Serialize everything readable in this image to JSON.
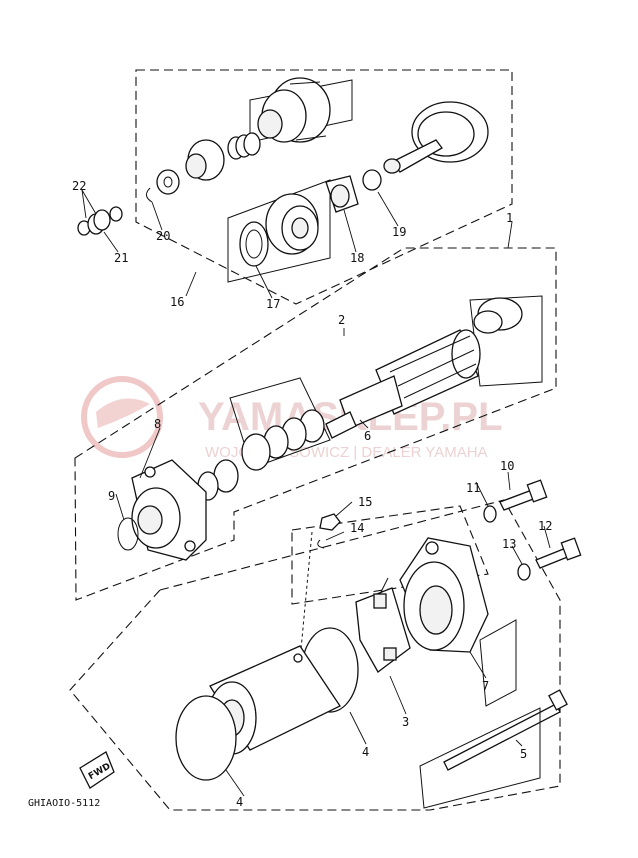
{
  "diagram_code": "GHIAOIO-5112",
  "direction_marker": "FWD",
  "watermark": {
    "brand": "YAMASKLEP.PL",
    "tagline": "WOJCIECH SOWICZ | DEALER YAMAHA"
  },
  "callouts": [
    {
      "id": "c1",
      "label": "1"
    },
    {
      "id": "c2",
      "label": "2"
    },
    {
      "id": "c3",
      "label": "3"
    },
    {
      "id": "c4a",
      "label": "4"
    },
    {
      "id": "c4b",
      "label": "4"
    },
    {
      "id": "c5",
      "label": "5"
    },
    {
      "id": "c6",
      "label": "6"
    },
    {
      "id": "c7",
      "label": "7"
    },
    {
      "id": "c8",
      "label": "8"
    },
    {
      "id": "c9",
      "label": "9"
    },
    {
      "id": "c10",
      "label": "10"
    },
    {
      "id": "c11",
      "label": "11"
    },
    {
      "id": "c12",
      "label": "12"
    },
    {
      "id": "c13",
      "label": "13"
    },
    {
      "id": "c14",
      "label": "14"
    },
    {
      "id": "c15",
      "label": "15"
    },
    {
      "id": "c16",
      "label": "16"
    },
    {
      "id": "c17",
      "label": "17"
    },
    {
      "id": "c18",
      "label": "18"
    },
    {
      "id": "c19",
      "label": "19"
    },
    {
      "id": "c20",
      "label": "20"
    },
    {
      "id": "c21",
      "label": "21"
    },
    {
      "id": "c22",
      "label": "22"
    }
  ]
}
